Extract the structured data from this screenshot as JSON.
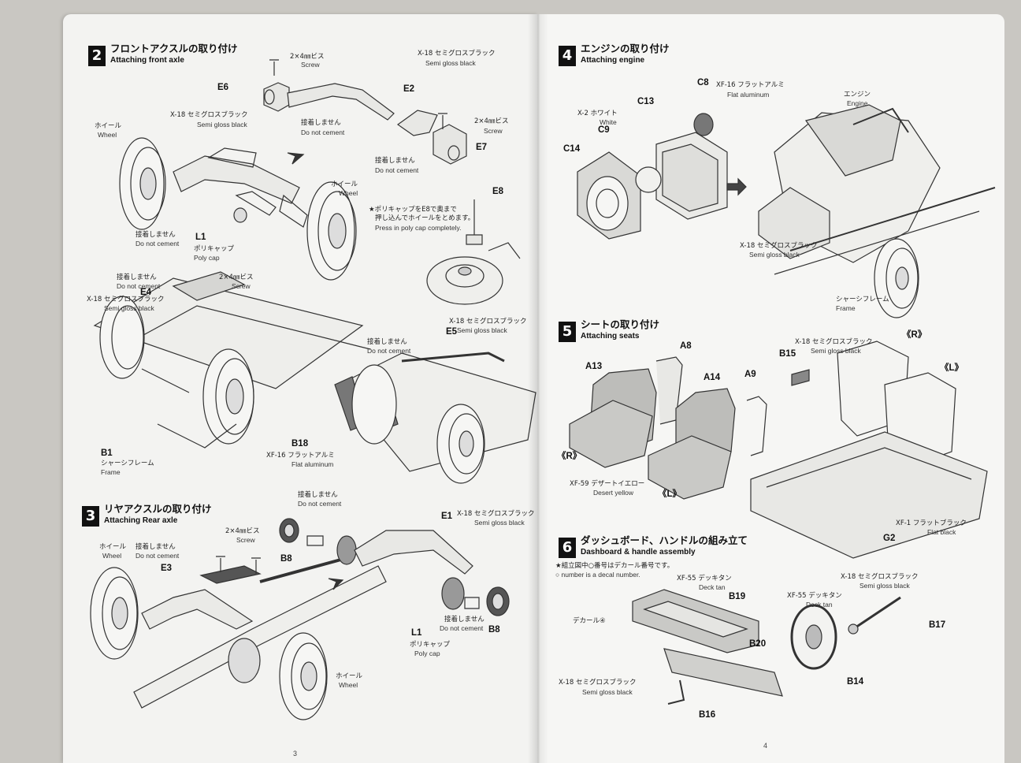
{
  "page_left": {
    "page_number": "3",
    "step2": {
      "num": "2",
      "title_jp": "フロントアクスルの取り付け",
      "title_en": "Attaching front axle",
      "screw_top": {
        "jp": "2×4㎜ビス",
        "en": "Screw"
      },
      "x18_top": {
        "jp": "X-18 セミグロスブラック",
        "en": "Semi gloss black"
      },
      "e6": "E6",
      "e2": "E2",
      "x18_left": {
        "jp": "X-18 セミグロスブラック",
        "en": "Semi gloss black"
      },
      "nocement1": {
        "jp": "接着しません",
        "en": "Do not cement"
      },
      "screw_right": {
        "jp": "2×4㎜ビス",
        "en": "Screw"
      },
      "e7": "E7",
      "nocement2": {
        "jp": "接着しません",
        "en": "Do not cement"
      },
      "wheel_left": {
        "jp": "ホイール",
        "en": "Wheel"
      },
      "wheel_right": {
        "jp": "ホイール",
        "en": "Wheel"
      },
      "e8": "E8",
      "polycap_note": {
        "jp1": "★ポリキャップをE8で奥まで",
        "jp2": "押し込んでホイールをとめます。",
        "en": "Press in poly cap completely."
      },
      "nocement3": {
        "jp": "接着しません",
        "en": "Do not cement"
      },
      "l1": "L1",
      "polycap": {
        "jp": "ポリキャップ",
        "en": "Poly cap"
      },
      "nocement4": {
        "jp": "接着しません",
        "en": "Do not cement"
      },
      "screw_mid": {
        "jp": "2×4㎜ビス",
        "en": "Screw"
      },
      "x18_mid": {
        "jp": "X-18 セミグロスブラック",
        "en": "Semi gloss black"
      },
      "e4": "E4",
      "x18_e5": {
        "jp": "X-18 セミグロスブラック",
        "en": "Semi gloss black"
      },
      "nocement5": {
        "jp": "接着しません",
        "en": "Do not cement"
      },
      "e5": "E5",
      "b18": "B18",
      "xf16": {
        "jp": "XF-16 フラットアルミ",
        "en": "Flat aluminum"
      },
      "b1": "B1",
      "frame": {
        "jp": "シャーシフレーム",
        "en": "Frame"
      }
    },
    "step3": {
      "num": "3",
      "title_jp": "リヤアクスルの取り付け",
      "title_en": "Attaching Rear axle",
      "nocement_top": {
        "jp": "接着しません",
        "en": "Do not cement"
      },
      "screw": {
        "jp": "2×4㎜ビス",
        "en": "Screw"
      },
      "wheel_left": {
        "jp": "ホイール",
        "en": "Wheel"
      },
      "nocement_left": {
        "jp": "接着しません",
        "en": "Do not cement"
      },
      "e3": "E3",
      "b8_left": "B8",
      "e1": "E1",
      "x18": {
        "jp": "X-18 セミグロスブラック",
        "en": "Semi gloss black"
      },
      "nocement_right": {
        "jp": "接着しません",
        "en": "Do not cement"
      },
      "b8_right": "B8",
      "l1": "L1",
      "polycap": {
        "jp": "ポリキャップ",
        "en": "Poly cap"
      },
      "wheel_bottom": {
        "jp": "ホイール",
        "en": "Wheel"
      }
    }
  },
  "page_right": {
    "page_number": "4",
    "step4": {
      "num": "4",
      "title_jp": "エンジンの取り付け",
      "title_en": "Attaching engine",
      "c8": "C8",
      "xf16": {
        "jp": "XF-16 フラットアルミ",
        "en": "Flat aluminum"
      },
      "engine": {
        "jp": "エンジン",
        "en": "Engine"
      },
      "x2": {
        "jp": "X-2 ホワイト",
        "en": "White"
      },
      "c13": "C13",
      "c9": "C9",
      "c14": "C14",
      "x18": {
        "jp": "X-18 セミグロスブラック",
        "en": "Semi gloss black"
      },
      "frame": {
        "jp": "シャーシフレーム",
        "en": "Frame"
      }
    },
    "step5": {
      "num": "5",
      "title_jp": "シートの取り付け",
      "title_en": "Attaching seats",
      "a8": "A8",
      "a13": "A13",
      "a14": "A14",
      "a9": "A9",
      "r_left": "《R》",
      "l_left": "《L》",
      "xf59": {
        "jp": "XF-59 デザートイエロー",
        "en": "Desert yellow"
      },
      "x18": {
        "jp": "X-18 セミグロスブラック",
        "en": "Semi gloss black"
      },
      "b15": "B15",
      "r_right": "《R》",
      "l_right": "《L》",
      "xf1": {
        "jp": "XF-1 フラットブラック",
        "en": "Flat black"
      },
      "g2": "G2"
    },
    "step6": {
      "num": "6",
      "title_jp": "ダッシュボード、ハンドルの組み立て",
      "title_en": "Dashboard & handle assembly",
      "decal_note_jp": "★組立図中○番号はデカール番号です。",
      "decal_note_en": "○ number is a decal number.",
      "xf55_a": {
        "jp": "XF-55 デッキタン",
        "en": "Deck tan"
      },
      "b19": "B19",
      "decal": "デカール④",
      "b20": "B20",
      "x18": {
        "jp": "X-18 セミグロスブラック",
        "en": "Semi gloss black"
      },
      "b16": "B16",
      "xf55_b": {
        "jp": "XF-55 デッキタン",
        "en": "Deck tan"
      },
      "x18_b": {
        "jp": "X-18 セミグロスブラック",
        "en": "Semi gloss black"
      },
      "b17": "B17",
      "b14": "B14"
    }
  }
}
